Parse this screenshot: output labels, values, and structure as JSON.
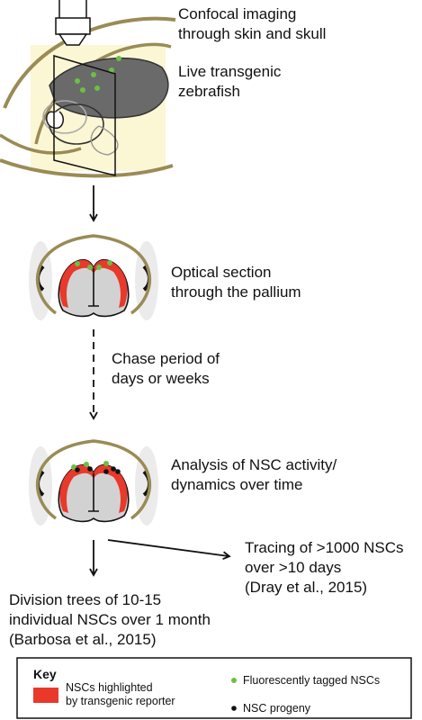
{
  "steps": {
    "imaging": [
      "Confocal imaging",
      "through skin and skull"
    ],
    "fish": [
      "Live transgenic",
      "zebrafish"
    ],
    "section": [
      "Optical section",
      "through the pallium"
    ],
    "chase": [
      "Chase period of",
      "days or weeks"
    ],
    "analysis": [
      "Analysis of NSC activity/",
      "dynamics over time"
    ],
    "tracing": [
      "Tracing of >1000 NSCs",
      "over >10 days",
      "(Dray et al., 2015)"
    ],
    "division": [
      "Division trees of 10-15",
      "individual NSCs over 1 month",
      "(Barbosa et al., 2015)"
    ]
  },
  "key": {
    "title": "Key",
    "red_item": [
      "NSCs highlighted",
      "by transgenic reporter"
    ],
    "green_item": "Fluorescently tagged NSCs",
    "black_item": "NSC progeny"
  },
  "colors": {
    "brown": "#9a8b55",
    "red": "#e8392b",
    "green": "#6ac045",
    "gray": "#d2d2d2",
    "dark_gray": "#6a6a6a",
    "cream": "#fbf6d4",
    "eye": "#ebebeb"
  }
}
